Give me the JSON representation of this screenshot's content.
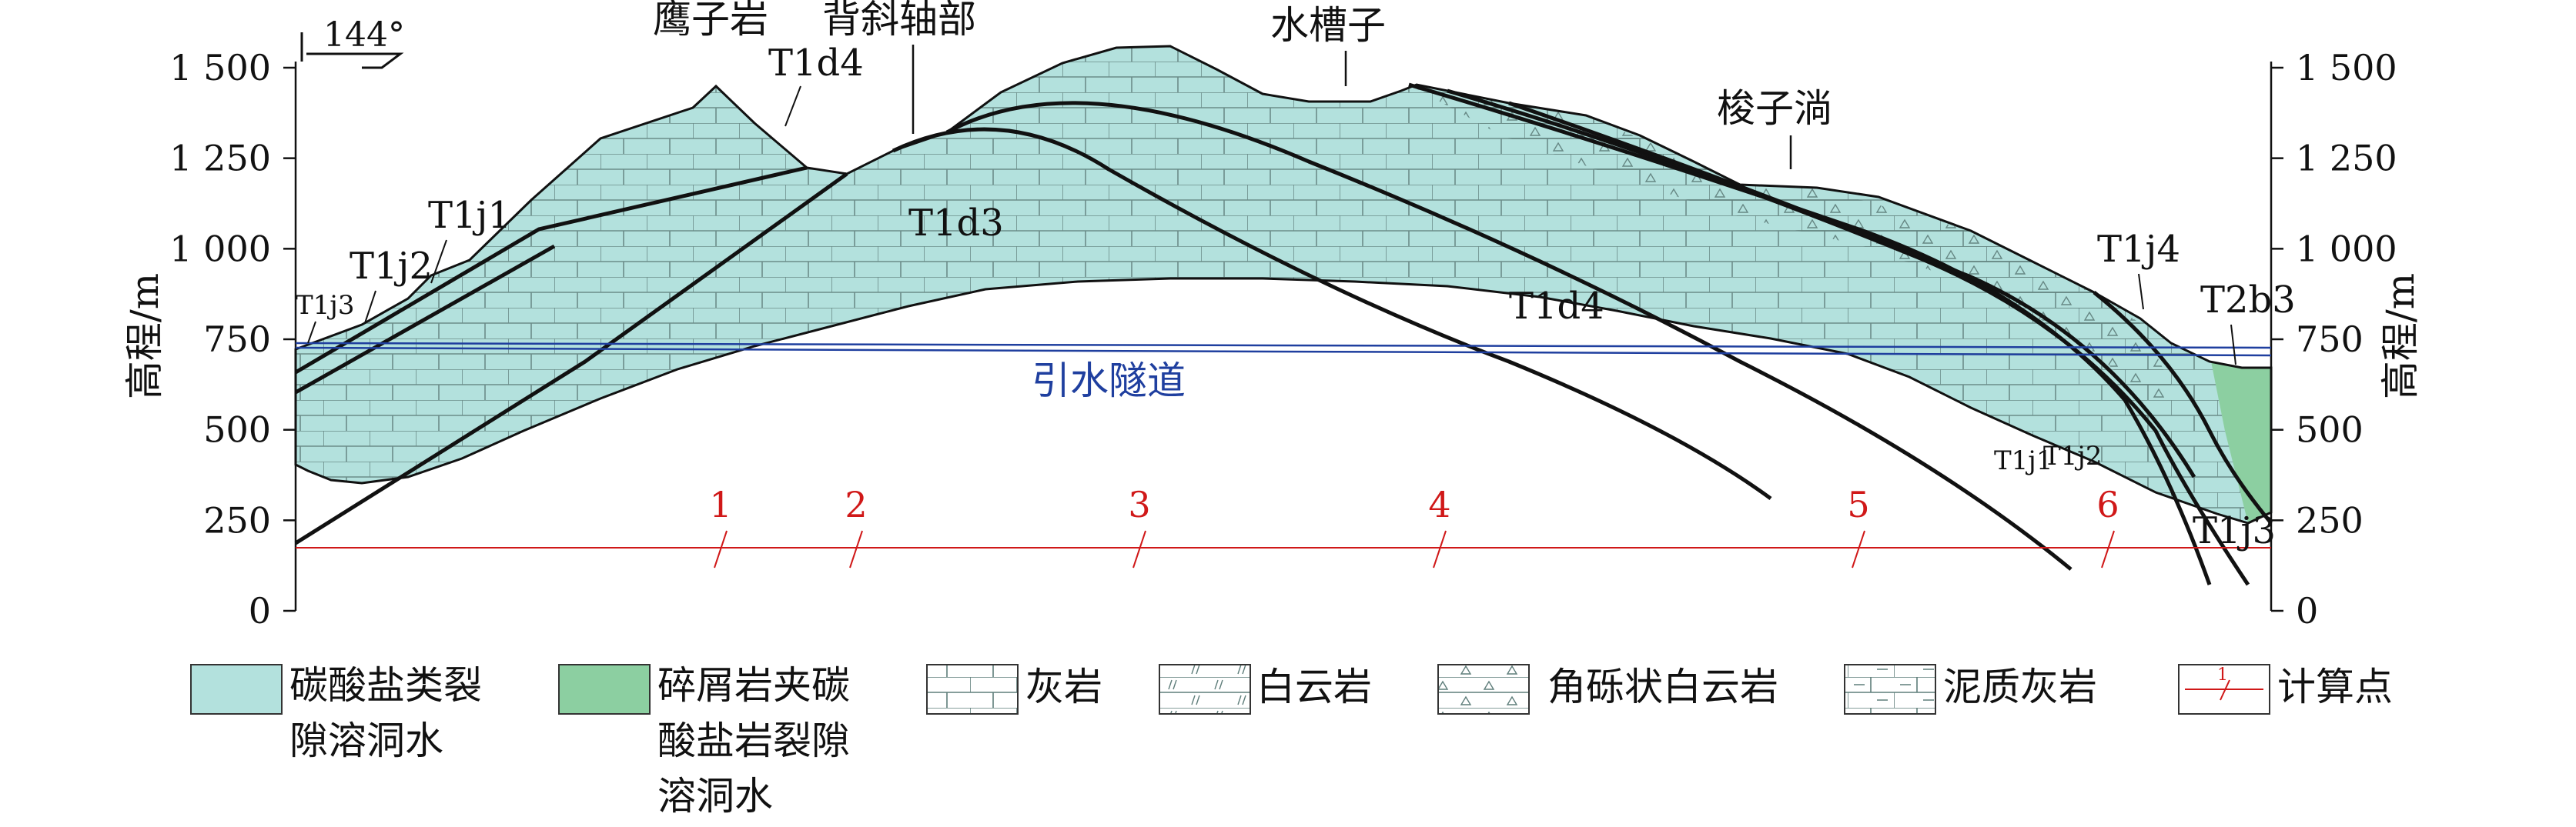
{
  "azimuth": {
    "label": "144°"
  },
  "axes": {
    "left_label": "高程/m",
    "right_label": "高程/m",
    "ticks": [
      "0",
      "250",
      "500",
      "750",
      "1 000",
      "1 250",
      "1 500"
    ],
    "tick_values": [
      0,
      250,
      500,
      750,
      1000,
      1250,
      1500
    ]
  },
  "places": {
    "eagle_rock": "鹰子岩",
    "anticline_axis": "背斜轴部",
    "shuicaozi": "水槽子",
    "suozitang": "梭子淌"
  },
  "strata": {
    "T1d4_top": "T1d4",
    "T1d3": "T1d3",
    "T1d4_mid": "T1d4",
    "T1j1_left": "T1j1",
    "T1j2_left": "T1j2",
    "T1j3_left": "T1j3",
    "T1j4_right": "T1j4",
    "T2b3": "T2b3",
    "T1j1_bottom": "T1j1",
    "T1j2_bottom": "T1j2",
    "T1j3_bottom": "T1j3"
  },
  "tunnel": {
    "label": "引水隧道"
  },
  "calc_points": [
    "1",
    "2",
    "3",
    "4",
    "5",
    "6"
  ],
  "legend": [
    {
      "lines": [
        "碳酸盐类裂",
        "隙溶洞水"
      ],
      "swatch": "carbonate-water"
    },
    {
      "lines": [
        "碎屑岩夹碳",
        "酸盐岩裂隙",
        "溶洞水"
      ],
      "swatch": "clastic-water"
    },
    {
      "lines": [
        "灰岩"
      ],
      "swatch": "limestone"
    },
    {
      "lines": [
        "白云岩"
      ],
      "swatch": "dolomite"
    },
    {
      "lines": [
        "角砾状白云岩"
      ],
      "swatch": "breccia-dolomite"
    },
    {
      "lines": [
        "泥质灰岩"
      ],
      "swatch": "argillaceous-limestone"
    },
    {
      "lines": [
        "计算点"
      ],
      "swatch": "calc-point"
    }
  ],
  "colors": {
    "carbonate": "#b3e1dd",
    "clastic": "#8ccfa1",
    "tunnel": "#1f3f9f",
    "calc_point": "#d01818",
    "line": "#111111"
  }
}
